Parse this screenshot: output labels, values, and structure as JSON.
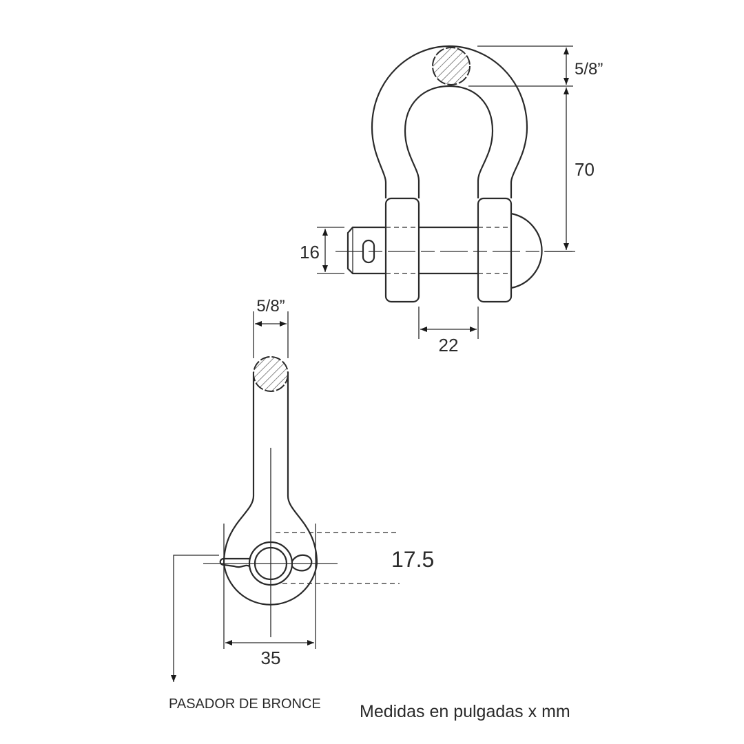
{
  "top_view": {
    "bow_thickness_label": "5/8”",
    "inside_length_label": "70",
    "pin_diameter_label": "16",
    "inside_width_label": "22"
  },
  "side_view": {
    "bow_thickness_label": "5/8”",
    "pin_hole_label": "17.5",
    "eye_width_label": "35"
  },
  "callout": {
    "pin_label": "PASADOR DE BRONCE"
  },
  "footer": {
    "units_note": "Medidas en pulgadas x mm"
  }
}
